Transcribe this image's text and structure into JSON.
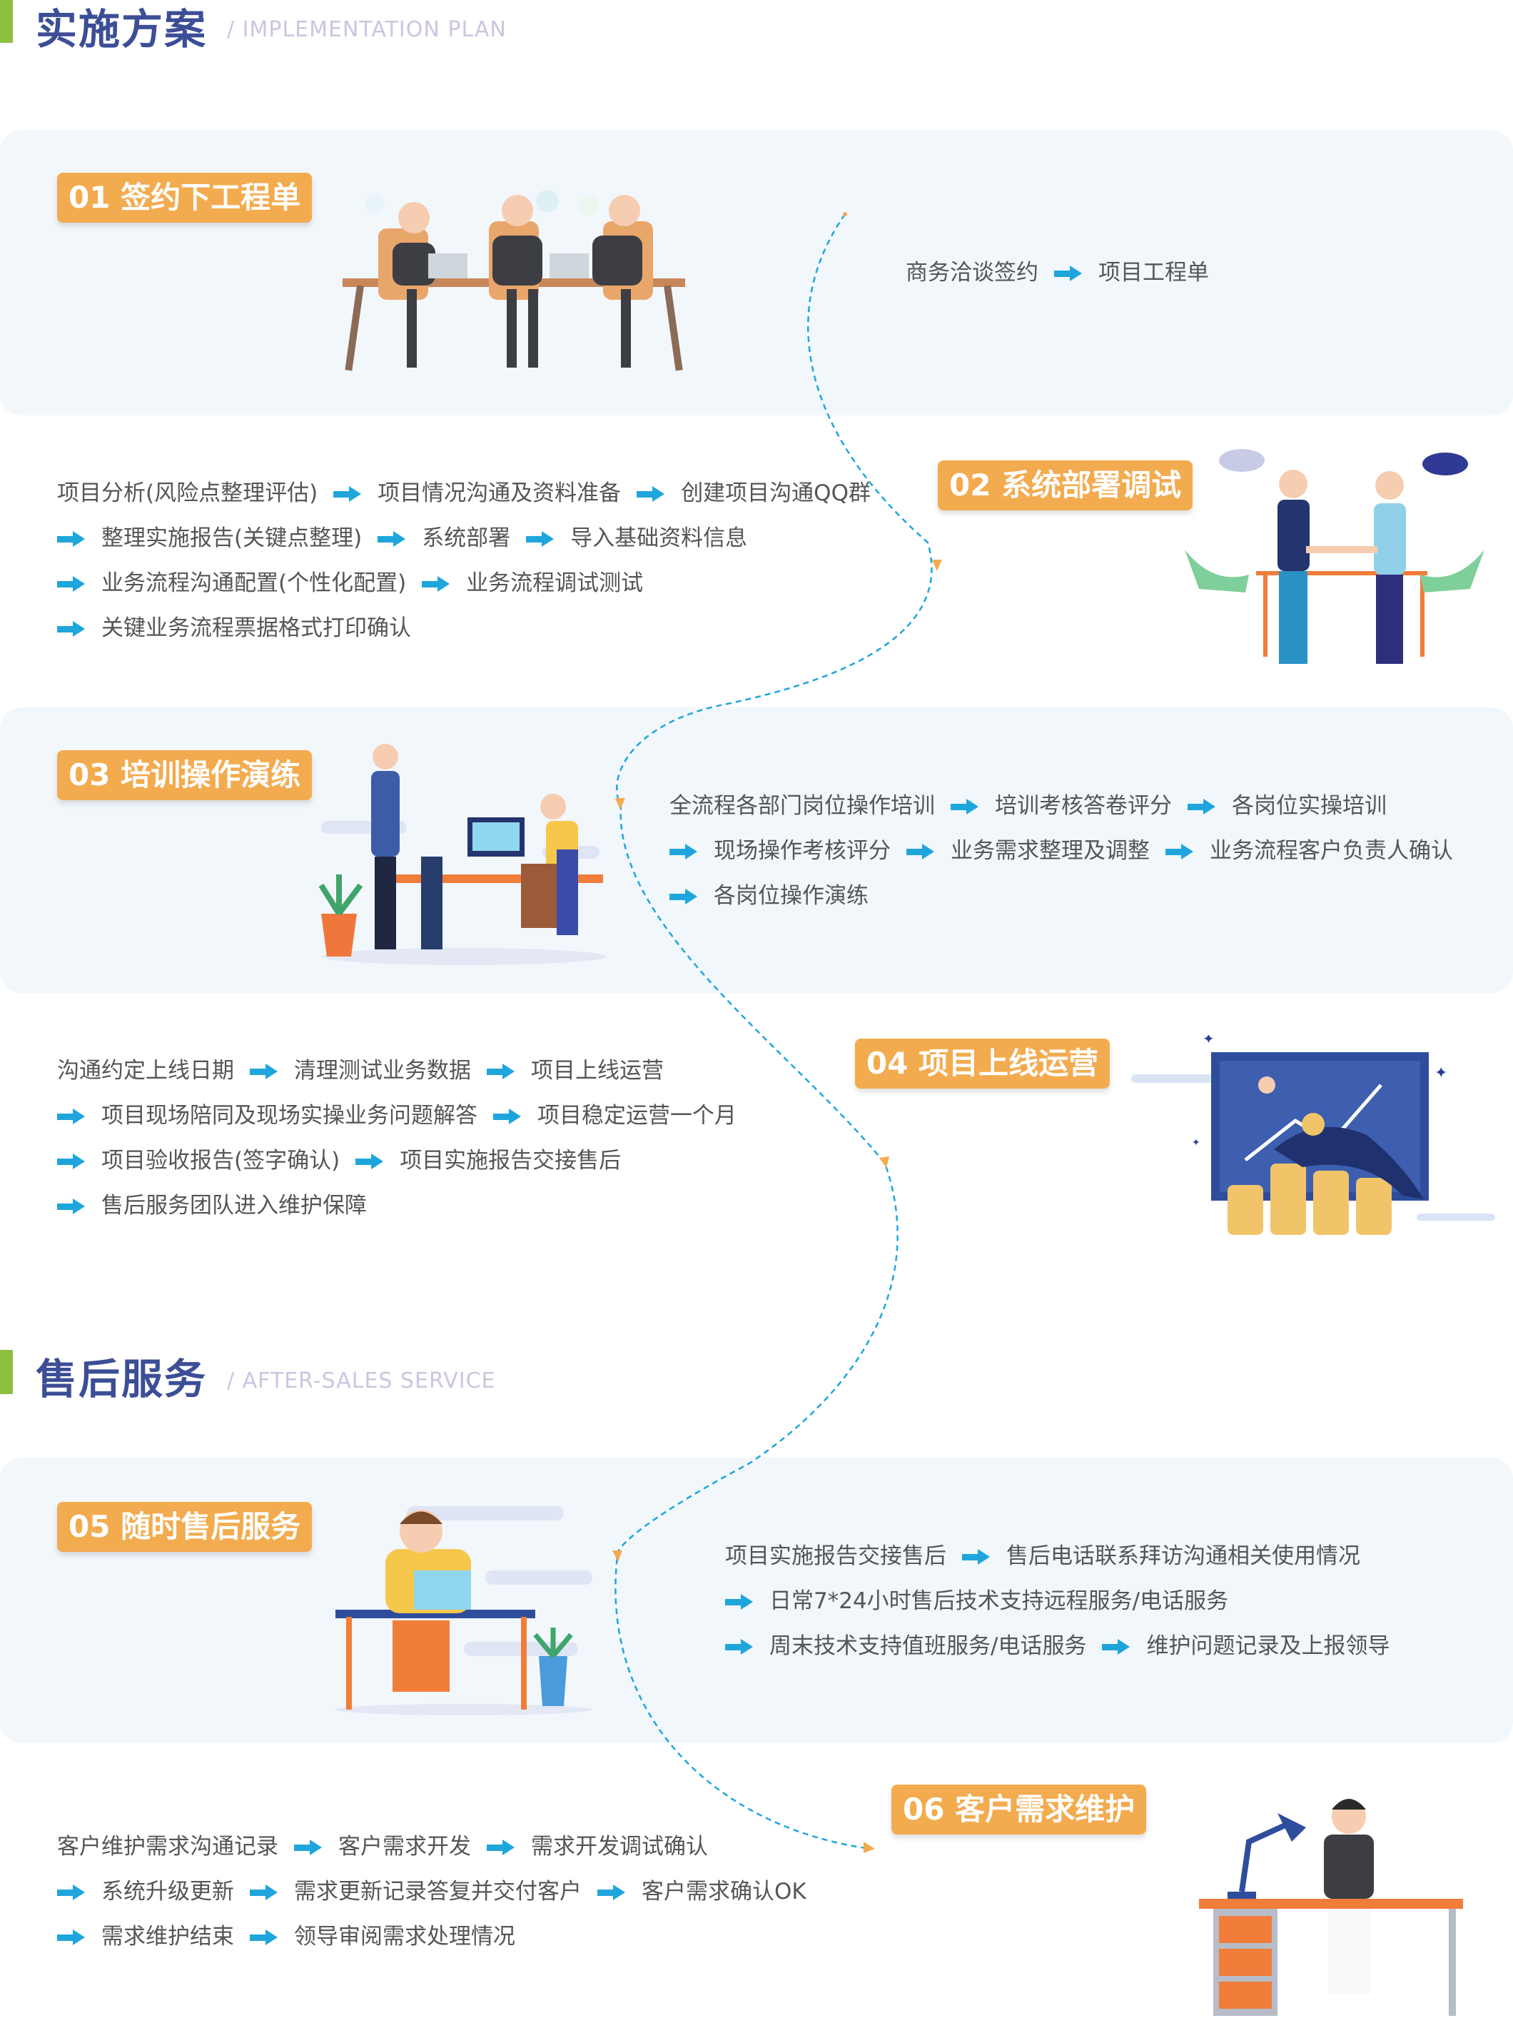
{
  "section1": {
    "title": "实施方案",
    "subtitle": "/   IMPLEMENTATION PLAN"
  },
  "section2": {
    "title": "售后服务",
    "subtitle": "/   AFTER-SALES SERVICE"
  },
  "colors": {
    "accent_blue": "#1ea6dc",
    "badge_orange": "#f3ab4f",
    "title_blue": "#3c4e96",
    "green_bar": "#8dc03f"
  },
  "steps": [
    {
      "badge": "01 签约下工程单",
      "lines": [
        [
          "商务洽谈签约",
          "项目工程单"
        ]
      ]
    },
    {
      "badge": "02 系统部署调试",
      "lines": [
        [
          "项目分析(风险点整理评估)",
          "项目情况沟通及资料准备",
          "创建项目沟通QQ群"
        ],
        [
          "整理实施报告(关键点整理)",
          "系统部署",
          "导入基础资料信息"
        ],
        [
          "业务流程沟通配置(个性化配置)",
          "业务流程调试测试"
        ],
        [
          "关键业务流程票据格式打印确认"
        ]
      ]
    },
    {
      "badge": "03 培训操作演练",
      "lines": [
        [
          "全流程各部门岗位操作培训",
          "培训考核答卷评分",
          "各岗位实操培训"
        ],
        [
          "现场操作考核评分",
          "业务需求整理及调整",
          "业务流程客户负责人确认"
        ],
        [
          "各岗位操作演练"
        ]
      ]
    },
    {
      "badge": "04 项目上线运营",
      "lines": [
        [
          "沟通约定上线日期",
          "清理测试业务数据",
          "项目上线运营"
        ],
        [
          "项目现场陪同及现场实操业务问题解答",
          "项目稳定运营一个月"
        ],
        [
          "项目验收报告(签字确认)",
          "项目实施报告交接售后"
        ],
        [
          "售后服务团队进入维护保障"
        ]
      ]
    },
    {
      "badge": "05 随时售后服务",
      "lines": [
        [
          "项目实施报告交接售后",
          "售后电话联系拜访沟通相关使用情况"
        ],
        [
          "日常7*24小时售后技术支持远程服务/电话服务"
        ],
        [
          "周末技术支持值班服务/电话服务",
          "维护问题记录及上报领导"
        ]
      ]
    },
    {
      "badge": "06 客户需求维护",
      "lines": [
        [
          "客户维护需求沟通记录",
          "客户需求开发",
          "需求开发调试确认"
        ],
        [
          "系统升级更新",
          "需求更新记录答复并交付客户",
          "客户需求确认OK"
        ],
        [
          "需求维护结束",
          "领导审阅需求处理情况"
        ]
      ]
    }
  ]
}
